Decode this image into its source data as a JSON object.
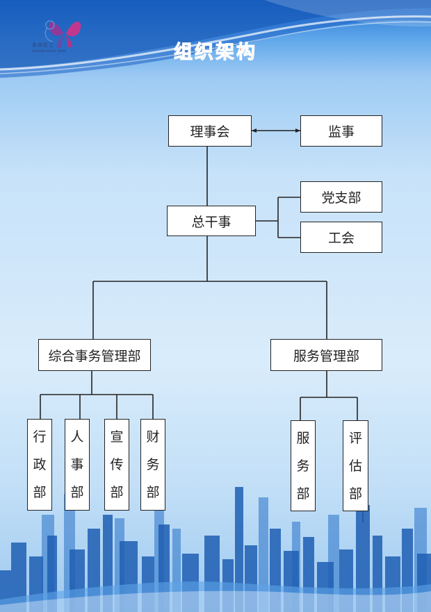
{
  "title": "组织架构",
  "logo": {
    "name": "多庆社工",
    "subtitle": "DUOQING SOCIAL WORK"
  },
  "colors": {
    "title": "#f3501e",
    "sky_top": "#1f6fd0",
    "building": "#2a73c9"
  },
  "nodes": {
    "council": "理事会",
    "supervisor": "监事",
    "director": "总干事",
    "party_branch": "党支部",
    "union": "工会",
    "general_affairs": "综合事务管理部",
    "service": "服务管理部",
    "admin": [
      "行",
      "政",
      "部"
    ],
    "hr": [
      "人",
      "事",
      "部"
    ],
    "publicity": [
      "宣",
      "传",
      "部"
    ],
    "finance": [
      "财",
      "务",
      "部"
    ],
    "service_dept": [
      "服",
      "务",
      "部"
    ],
    "evaluation": [
      "评",
      "估",
      "部"
    ]
  }
}
